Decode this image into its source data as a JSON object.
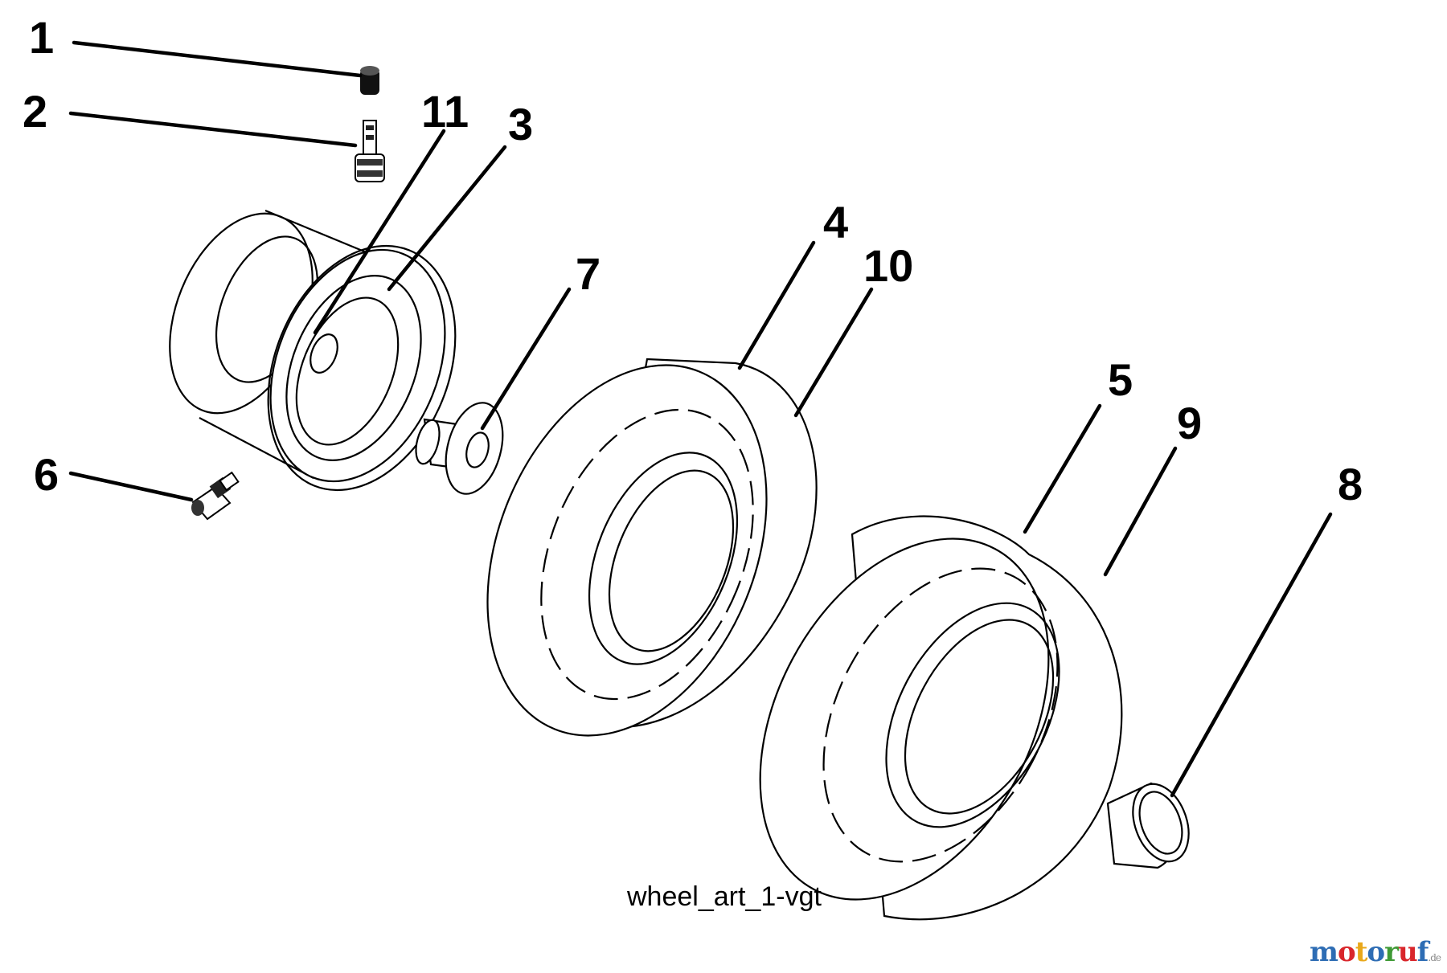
{
  "diagram": {
    "callouts": [
      "1",
      "2",
      "11",
      "3",
      "6",
      "7",
      "4",
      "10",
      "5",
      "9",
      "8"
    ],
    "caption": "wheel_art_1-vgt"
  },
  "watermark": {
    "text": "motoruf",
    "suffix": ".de",
    "colors": [
      "#2e6db4",
      "#d9262b",
      "#e9a81a",
      "#2e6db4",
      "#3f9a35",
      "#d9262b",
      "#2e6db4"
    ]
  }
}
